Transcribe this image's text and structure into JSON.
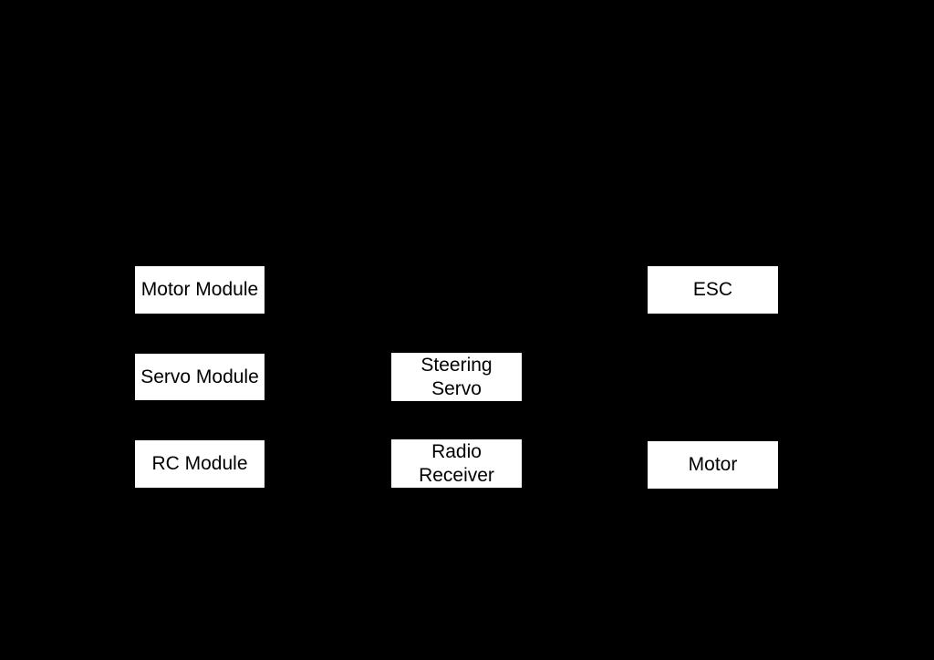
{
  "canvas": {
    "background_color": "#000000",
    "box_fill_color": "#ffffff",
    "box_text_color": "#000000"
  },
  "diagram": {
    "type": "block-diagram",
    "nodes": [
      {
        "id": "motor-module",
        "label": "Motor Module"
      },
      {
        "id": "esc",
        "label": "ESC"
      },
      {
        "id": "servo-module",
        "label": "Servo Module"
      },
      {
        "id": "steering-servo",
        "label": "Steering\nServo"
      },
      {
        "id": "rc-module",
        "label": "RC Module"
      },
      {
        "id": "radio-receiver",
        "label": "Radio\nReceiver"
      },
      {
        "id": "motor",
        "label": "Motor"
      }
    ]
  }
}
